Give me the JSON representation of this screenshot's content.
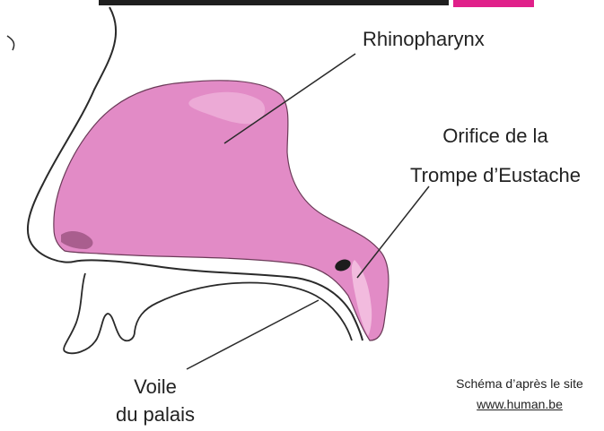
{
  "labels": {
    "rhinopharynx": "Rhinopharynx",
    "orifice_line1": "Orifice de la",
    "orifice_line2": "Trompe d’Eustache",
    "voile_line1": "Voile",
    "voile_line2": "du palais"
  },
  "credit": {
    "line1": "Schéma d’après le site",
    "link": "www.human.be"
  },
  "colors": {
    "cavity_fill": "#e28bc6",
    "cavity_highlight": "#f1b8dd",
    "outline": "#2a2a2a",
    "title_accent": "#e0208a"
  }
}
